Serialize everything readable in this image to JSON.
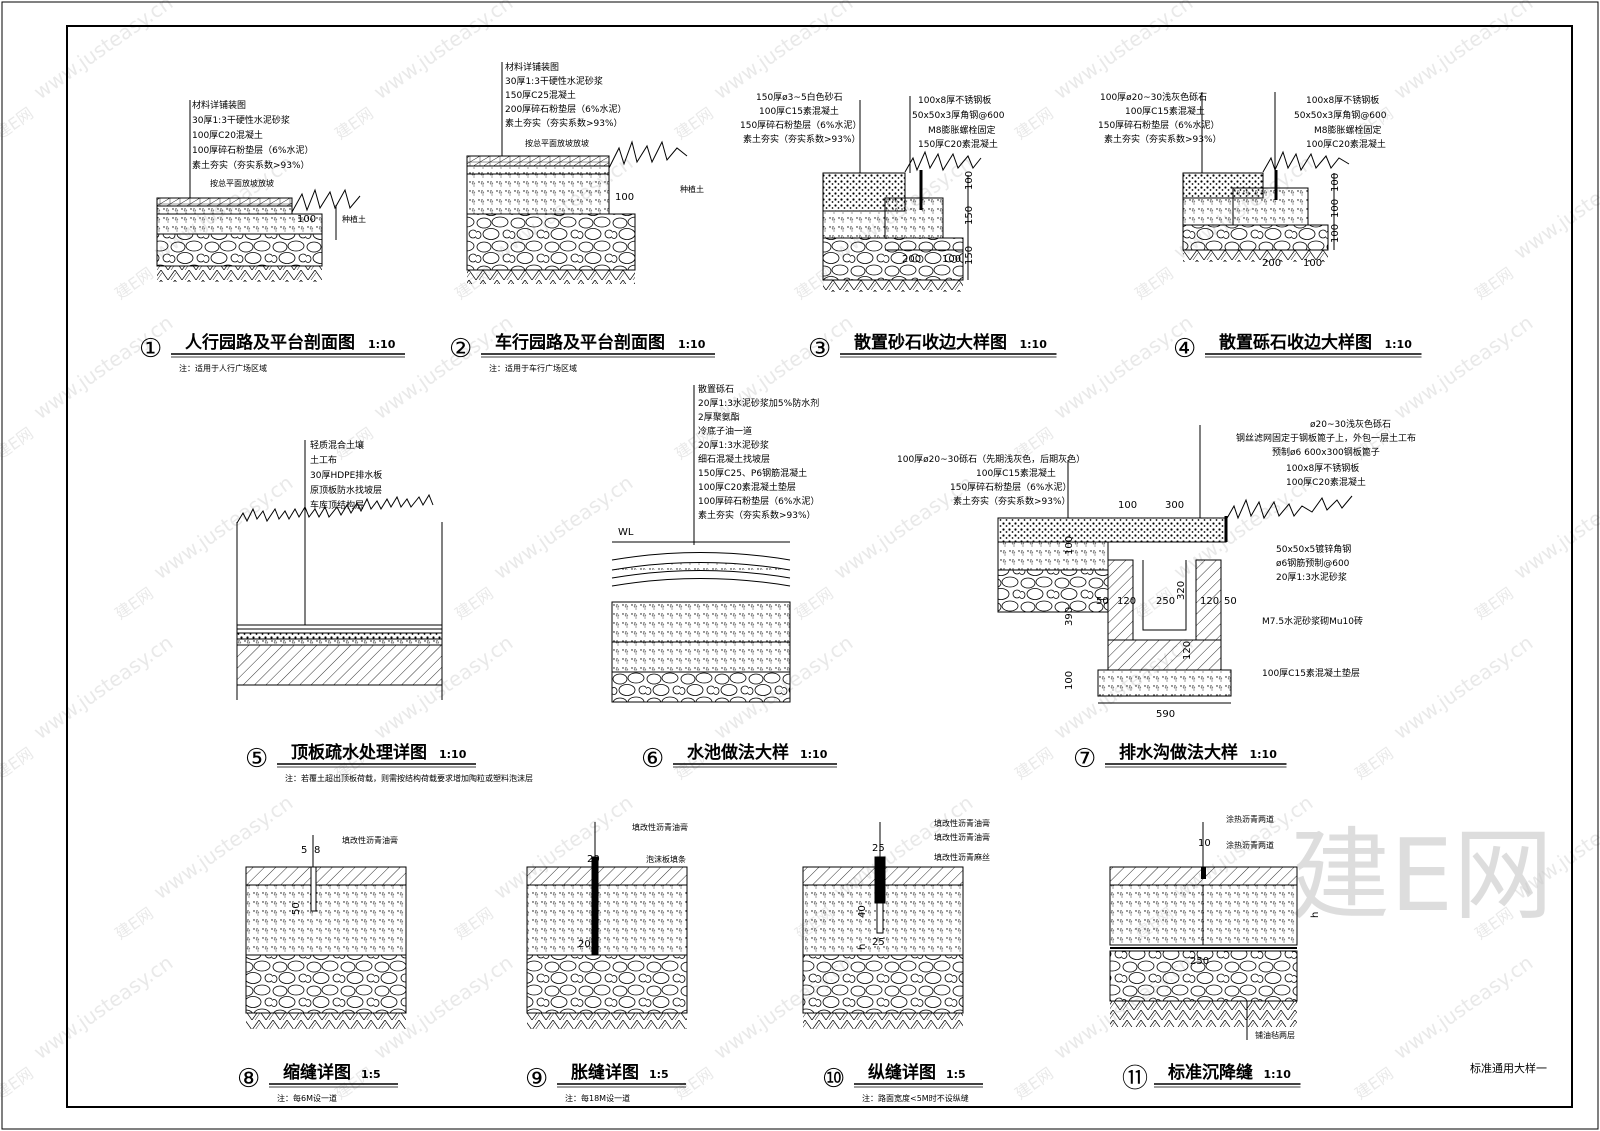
{
  "sheet_title": "标准通用大样一",
  "watermarks": {
    "url": "www.justeasy.cn",
    "brand": "建E网",
    "logo": "建E网"
  },
  "details": [
    {
      "no": "①",
      "title": "人行园路及平台剖面图",
      "scale": "1:10",
      "note": "注：适用于人行广场区域",
      "layers": [
        "材料详铺装图",
        "30厚1:3干硬性水泥砂浆",
        "100厚C20混凝土",
        "100厚碎石粉垫层（6%水泥）",
        "素土夯实（夯实系数>93%）"
      ],
      "labels": [
        "按总平面放坡放坡",
        "种植土"
      ],
      "dims": [
        "100"
      ]
    },
    {
      "no": "②",
      "title": "车行园路及平台剖面图",
      "scale": "1:10",
      "note": "注：适用于车行广场区域",
      "layers": [
        "材料详铺装图",
        "30厚1:3干硬性水泥砂浆",
        "150厚C25混凝土",
        "200厚碎石粉垫层（6%水泥）",
        "素土夯实（夯实系数>93%）"
      ],
      "labels": [
        "按总平面放坡放坡",
        "种植土"
      ],
      "dims": [
        "100"
      ]
    },
    {
      "no": "③",
      "title": "散置砂石收边大样图",
      "scale": "1:10",
      "note": "",
      "layers": [
        "150厚ø3~5白色砂石",
        "100厚C15素混凝土",
        "150厚碎石粉垫层（6%水泥）",
        "素土夯实（夯实系数>93%）"
      ],
      "right_layers": [
        "100x8厚不锈钢板",
        "50x50x3厚角钢@600",
        "M8膨胀螺栓固定",
        "150厚C20素混凝土"
      ],
      "dims": [
        "100",
        "150",
        "150",
        "200",
        "100"
      ]
    },
    {
      "no": "④",
      "title": "散置砾石收边大样图",
      "scale": "1:10",
      "note": "",
      "layers": [
        "100厚ø20~30浅灰色砾石",
        "100厚C15素混凝土",
        "150厚碎石粉垫层（6%水泥）",
        "素土夯实（夯实系数>93%）"
      ],
      "right_layers": [
        "100x8厚不锈钢板",
        "50x50x3厚角钢@600",
        "M8膨胀螺栓固定",
        "100厚C20素混凝土"
      ],
      "dims": [
        "100",
        "100",
        "100",
        "200",
        "100"
      ]
    },
    {
      "no": "⑤",
      "title": "顶板疏水处理详图",
      "scale": "1:10",
      "note": "注：若覆土超出顶板荷载，则需按结构荷载要求增加陶粒或塑料泡沫层",
      "layers": [
        "轻质混合土壤",
        "土工布",
        "30厚HDPE排水板",
        "原顶板防水找坡层",
        "车库顶结构层"
      ]
    },
    {
      "no": "⑥",
      "title": "水池做法大样",
      "scale": "1:10",
      "note": "",
      "layers": [
        "散置砾石",
        "20厚1:3水泥砂浆加5%防水剂",
        "2厚聚氨酯",
        "冷底子油一道",
        "20厚1:3水泥砂浆",
        "细石混凝土找坡层",
        "150厚C25、P6钢筋混凝土",
        "100厚C20素混凝土垫层",
        "100厚碎石粉垫层（6%水泥）",
        "素土夯实（夯实系数>93%）"
      ],
      "labels": [
        "WL"
      ]
    },
    {
      "no": "⑦",
      "title": "排水沟做法大样",
      "scale": "1:10",
      "note": "",
      "layers": [
        "100厚ø20~30砾石（先期浅灰色，后期灰色）",
        "100厚C15素混凝土",
        "150厚碎石粉垫层（6%水泥）",
        "素土夯实（夯实系数>93%）"
      ],
      "right_layers": [
        "ø20~30浅灰色砾石",
        "钢丝滤网固定于钢板篦子上，外包一层土工布",
        "预制ø6 600x300钢板篦子",
        "100x8厚不锈钢板",
        "100厚C20素混凝土",
        "50x50x5镀锌角钢",
        "ø6钢筋预制@600",
        "20厚1:3水泥砂浆",
        "M7.5水泥砂浆砌Mu10砖",
        "100厚C15素混凝土垫层"
      ],
      "dims": [
        "100",
        "300",
        "50",
        "120",
        "250",
        "120",
        "50",
        "320",
        "100",
        "120",
        "390",
        "100",
        "590"
      ]
    },
    {
      "no": "⑧",
      "title": "缩缝详图",
      "scale": "1:5",
      "note": "注：每6M设一道",
      "labels": [
        "填改性沥青油膏"
      ],
      "dims": [
        "5",
        "8",
        "50"
      ]
    },
    {
      "no": "⑨",
      "title": "胀缝详图",
      "scale": "1:5",
      "note": "注：每18M设一道",
      "labels": [
        "填改性沥青油膏",
        "泡沫板填条"
      ],
      "dims": [
        "20",
        "20"
      ]
    },
    {
      "no": "⑩",
      "title": "纵缝详图",
      "scale": "1:5",
      "note": "注：路面宽度<5M时不设纵缝",
      "labels": [
        "填改性沥青油膏",
        "填改性沥青油膏",
        "填改性沥青麻丝"
      ],
      "dims": [
        "25",
        "40",
        "25",
        "h"
      ]
    },
    {
      "no": "⑪",
      "title": "标准沉降缝",
      "scale": "1:10",
      "note": "",
      "labels": [
        "涂热沥青两道",
        "涂热沥青两道",
        "铺油毡两层"
      ],
      "dims": [
        "10",
        "h",
        "250"
      ]
    }
  ]
}
